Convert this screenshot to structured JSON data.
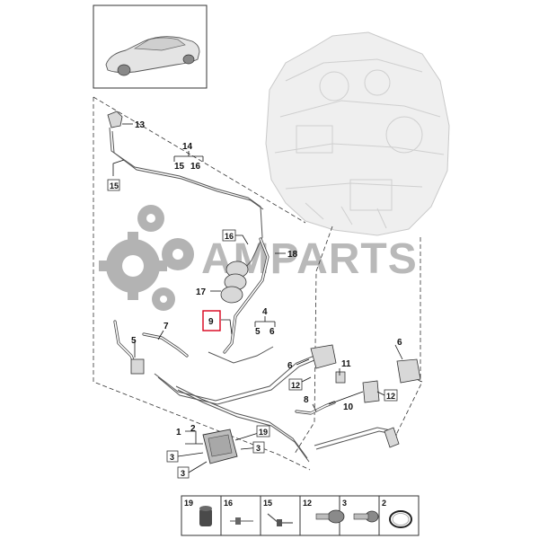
{
  "watermark": {
    "text": "AMPARTS",
    "color": "#b9b9b9"
  },
  "highlight_color": "#d9001b",
  "callouts": {
    "c1": "1",
    "c2": "2",
    "c3a": "3",
    "c3b": "3",
    "c3c": "3",
    "c4": "4",
    "c5a": "5",
    "c5b": "5",
    "c6a": "6",
    "c6b": "6",
    "c6c": "6",
    "c7": "7",
    "c8": "8",
    "c9": "9",
    "c10": "10",
    "c11": "11",
    "c12a": "12",
    "c12b": "12",
    "c13": "13",
    "c14": "14",
    "c15a": "15",
    "c15b": "15",
    "c16a": "16",
    "c16b": "16",
    "c17": "17",
    "c18": "18",
    "c19": "19"
  },
  "legend": {
    "cells": [
      {
        "num": "19",
        "icon": "rubber-grommet-icon"
      },
      {
        "num": "16",
        "icon": "hose-clamp-icon"
      },
      {
        "num": "15",
        "icon": "cable-tie-icon"
      },
      {
        "num": "12",
        "icon": "flange-bolt-icon"
      },
      {
        "num": "3",
        "icon": "screw-icon"
      },
      {
        "num": "2",
        "icon": "o-ring-icon"
      }
    ]
  }
}
